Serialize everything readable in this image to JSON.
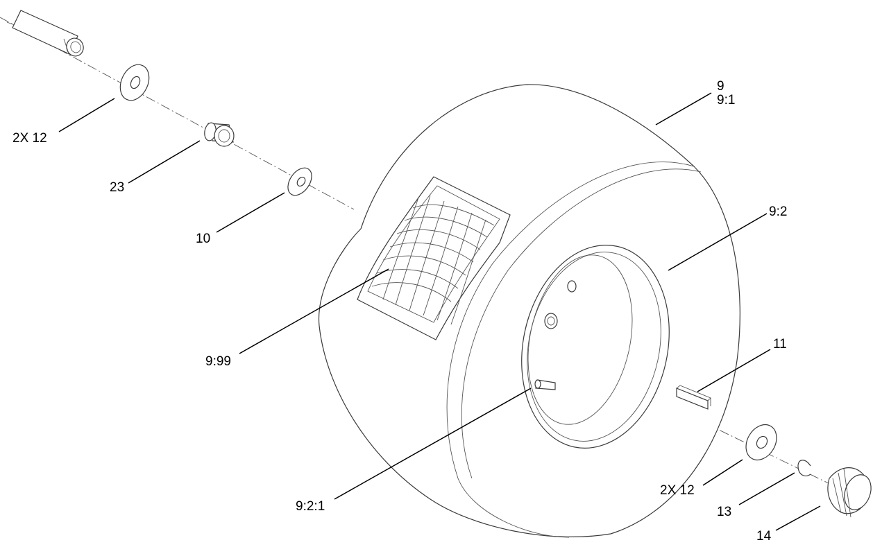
{
  "callouts": {
    "washer_left": "2X 12",
    "spacer": "23",
    "washer_inner": "10",
    "tire_assembly": "9",
    "tire_assembly_sub": "9:1",
    "rim": "9:2",
    "tread_decal": "9:99",
    "key": "11",
    "valve_stem": "9:2:1",
    "washer_right": "2X 12",
    "retaining_ring": "13",
    "hub_cap": "14"
  }
}
